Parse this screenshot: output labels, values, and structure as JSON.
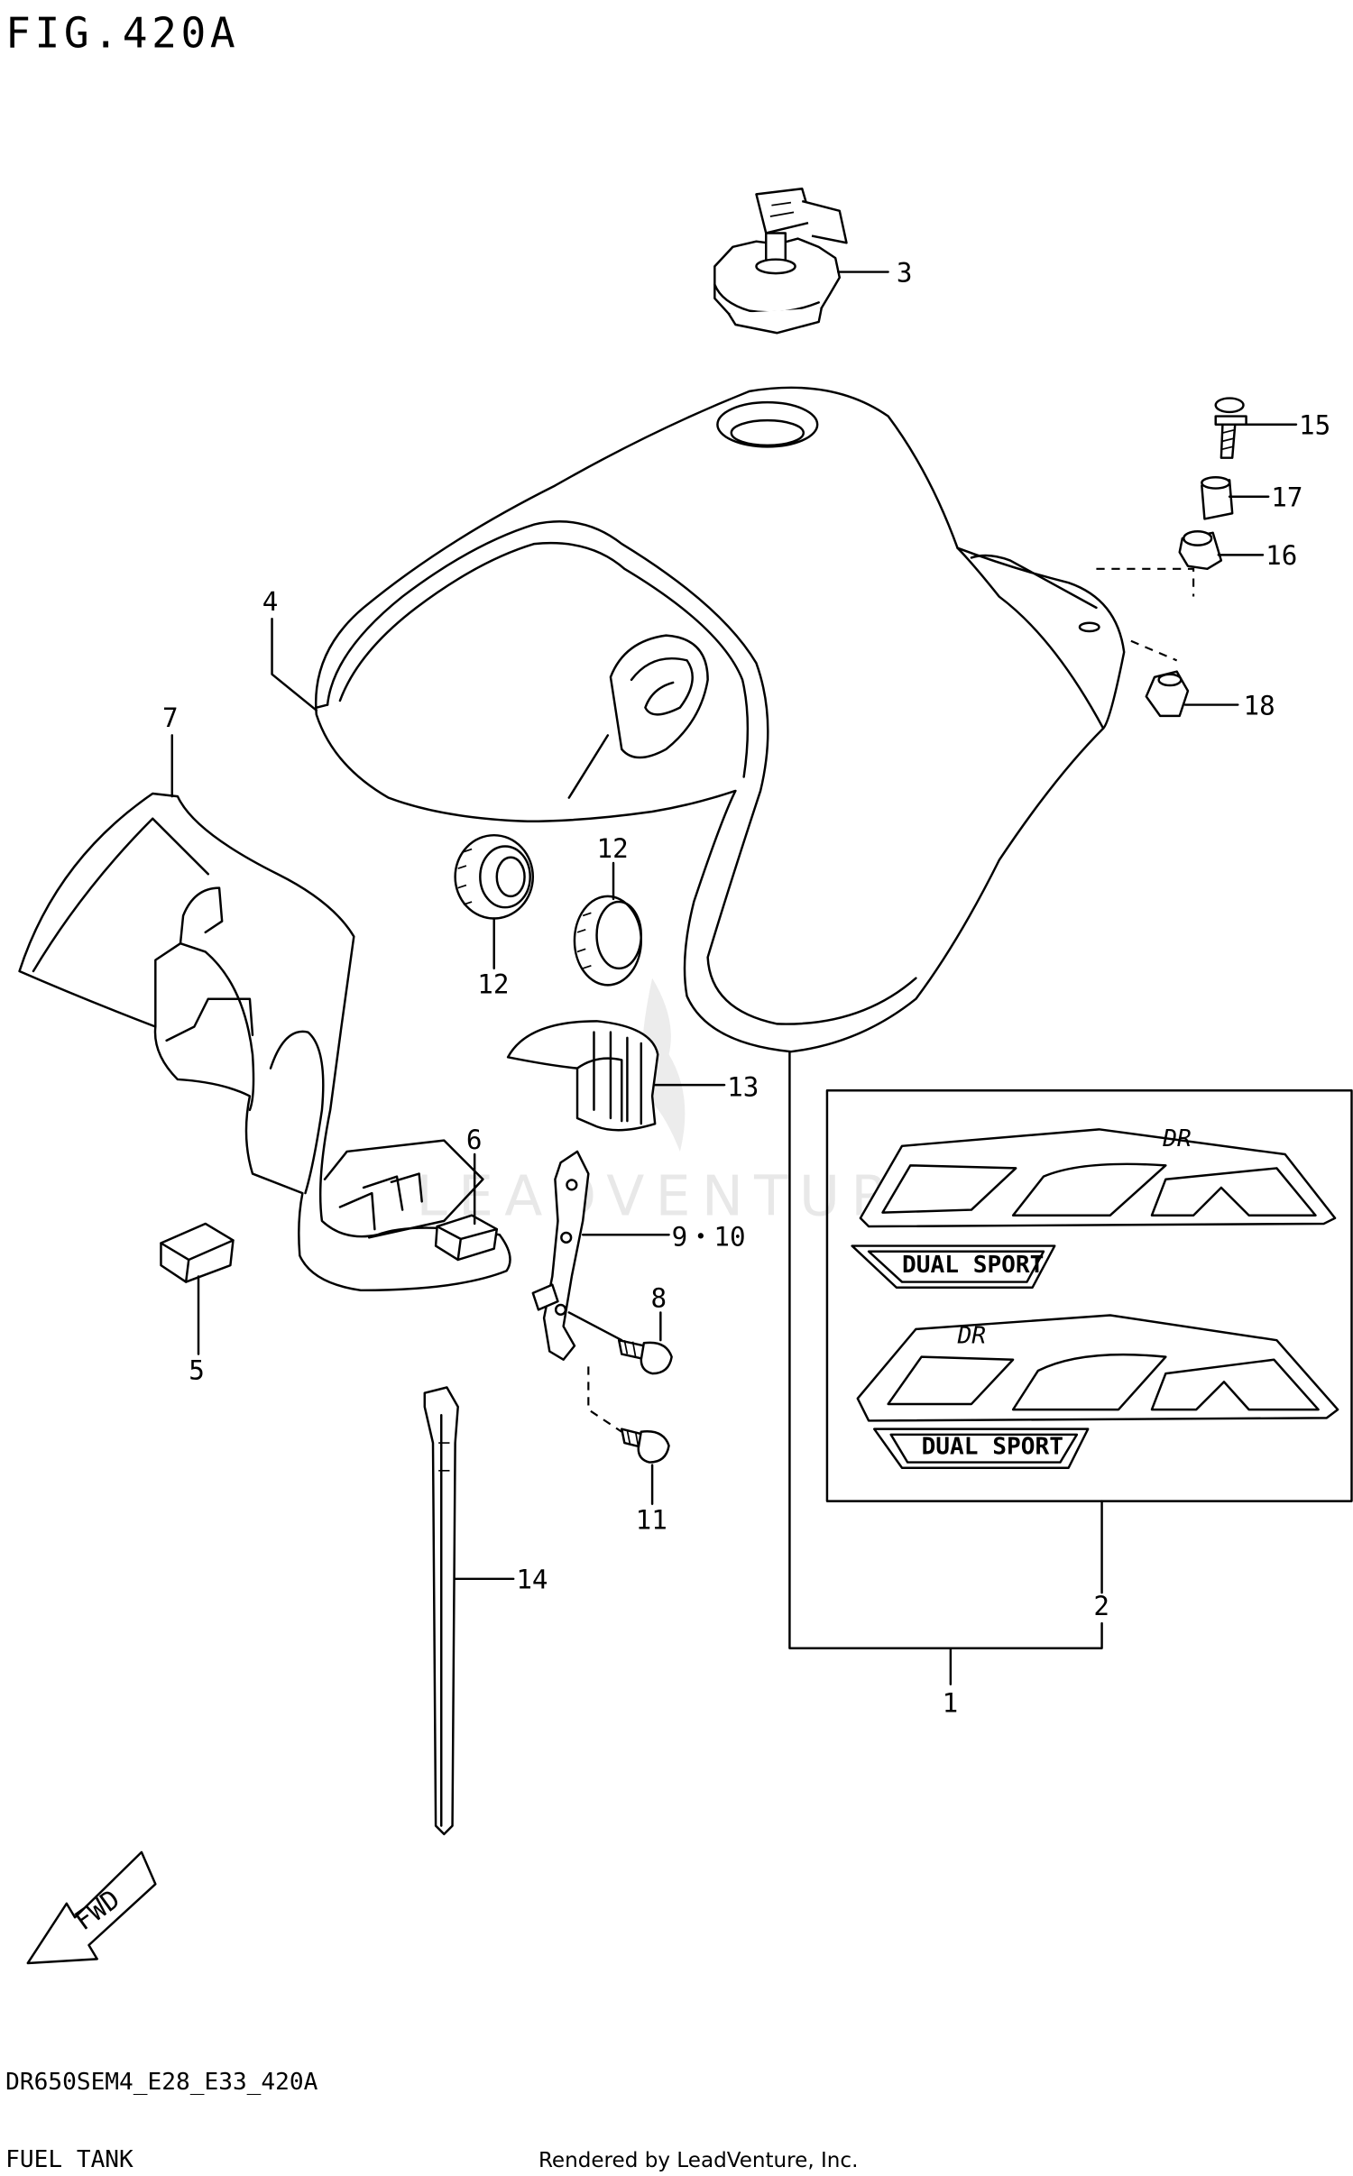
{
  "header": {
    "figure_title": "FIG.420A"
  },
  "footer": {
    "model_code": "DR650SEM4_E28_E33_420A",
    "section_name": "FUEL TANK",
    "rendered_by": "Rendered by LeadVenture, Inc."
  },
  "watermark": {
    "text": "LEADVENTURE"
  },
  "fwd_arrow": {
    "label": "FWD"
  },
  "callouts": {
    "c1": "1",
    "c2": "2",
    "c3": "3",
    "c4": "4",
    "c5": "5",
    "c6": "6",
    "c7": "7",
    "c8": "8",
    "c9_10": "9・10",
    "c11": "11",
    "c12a": "12",
    "c12b": "12",
    "c13": "13",
    "c14": "14",
    "c15": "15",
    "c16": "16",
    "c17": "17",
    "c18": "18"
  },
  "decals": {
    "logo_small_top": "DR",
    "logo_small_bottom": "DR",
    "badge_top": "DUAL SPORT",
    "badge_bottom": "DUAL SPORT"
  }
}
